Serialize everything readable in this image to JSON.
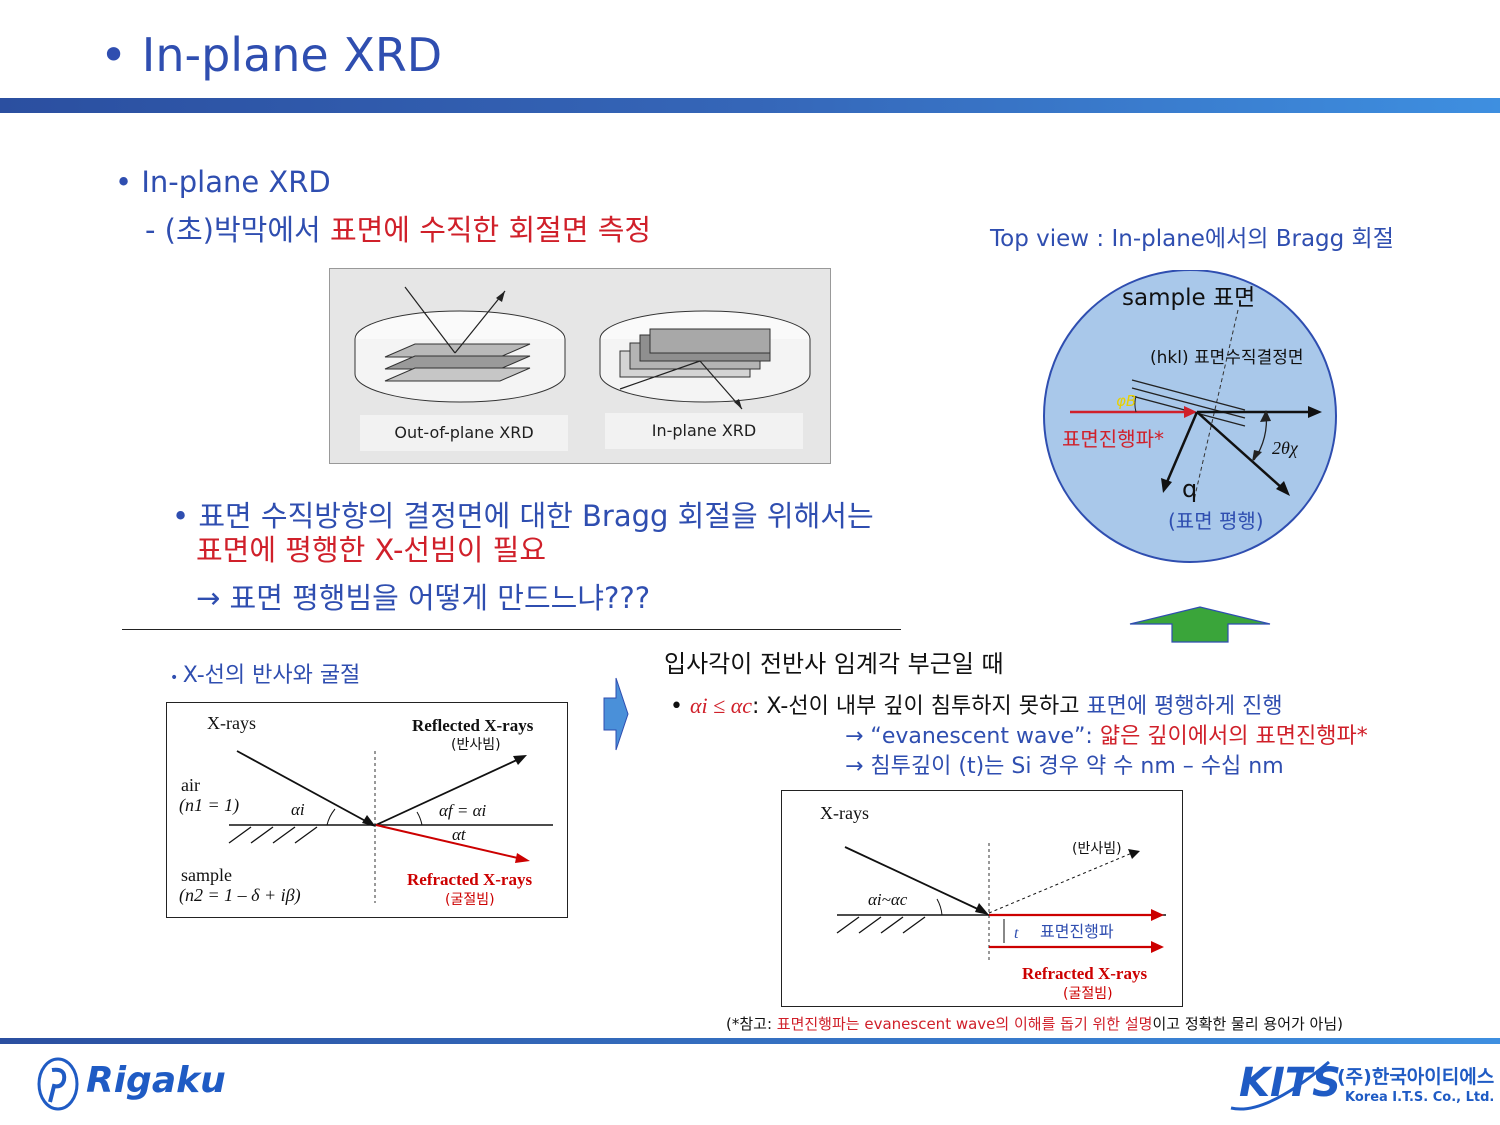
{
  "slide": {
    "title": "In-plane XRD",
    "section_heading": "In-plane XRD",
    "subtitle_prefix": "- (초)박막에서 ",
    "subtitle_highlight": "표면에 수직한 회절면 측정",
    "bullet_line1": "표면 수직방향의 결정면에 대한 Bragg 회절을 위해서는",
    "bullet_line2": "표면에 평행한 X-선빔이 필요",
    "question": "→ 표면 평행빔을 어떻게 만드느냐???",
    "refl_refr_heading": "X-선의 반사와 굴절",
    "near_critical": "입사각이 전반사 임계각 부근일 때",
    "cond_math": "αi ≤ αc",
    "cond_text": ": X-선이 내부 깊이 침투하지 못하고 ",
    "cond_highlight": "표면에 평행하게 진행",
    "evan_label": "→ “evanescent wave”: ",
    "evan_highlight": "얇은 깊이에서의 표면진행파*",
    "depth_text": "→ 침투깊이 (t)는 Si 경우 약 수 nm – 수십 nm",
    "footnote_prefix": "(*참고: ",
    "footnote_red": "표면진행파는 ",
    "footnote_black1": "evanescent wave",
    "footnote_red2": "의 이해를 돕기 위한 설명",
    "footnote_end": "이고 정확한 물리 용어가 아님)"
  },
  "thin_film_figure": {
    "out_of_plane_label": "Out-of-plane XRD",
    "in_plane_label": "In-plane XRD"
  },
  "top_view": {
    "caption": "Top view : In-plane에서의 Bragg 회절",
    "sample_label": "sample 표면",
    "hkl_label": "(hkl) 표면수직결정면",
    "phi_label": "φB",
    "surface_wave_label": "표면진행파*",
    "two_theta_label": "2θχ",
    "q_label": "q",
    "parallel_label": "(표면 평행)"
  },
  "reflection_diagram": {
    "xrays": "X-rays",
    "reflected": "Reflected X-rays",
    "reflected_kr": "(반사빔)",
    "air": "air",
    "n1": "(n1 = 1)",
    "alpha_i": "αi",
    "alpha_f": "αf = αi",
    "alpha_t": "αt",
    "sample": "sample",
    "n2": "(n2 = 1 – δ + iβ)",
    "refracted": "Refracted X-rays",
    "refracted_kr": "(굴절빔)"
  },
  "evanescent_diagram": {
    "xrays": "X-rays",
    "reflected_kr": "(반사빔)",
    "alpha": "αi~αc",
    "t": "t",
    "surface_wave": "표면진행파",
    "refracted": "Refracted X-rays",
    "refracted_kr": "(굴절빔)"
  },
  "logos": {
    "rigaku": "Rigaku",
    "kits": "KITS",
    "kits_kr": "(주)한국아이티에스",
    "kits_en": "Korea I.T.S. Co., Ltd."
  },
  "colors": {
    "accent_blue": "#2f4eb0",
    "highlight_red": "#d0202a",
    "circle_fill": "#a9c8ea",
    "arrow_green": "#3aa53a"
  }
}
